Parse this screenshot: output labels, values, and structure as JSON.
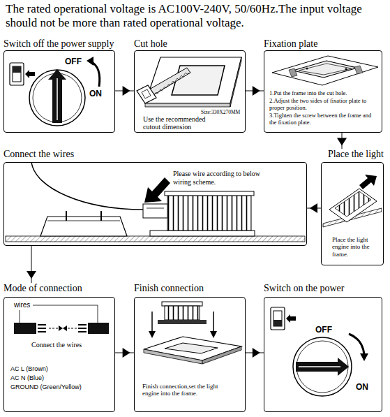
{
  "diagram": {
    "nodes": [
      {
        "text": [
          "Switch off the power supply",
          "OFF",
          "ON"
        ]
      },
      {
        "text": [
          "Cut hole",
          "Size:330X270MM",
          "Use the recommended cutout dimension"
        ]
      },
      {
        "text": [
          "Fixation plate",
          "1.Put the frame into the cut hole.",
          "2.Adjust the two sides of fixatior plate to proper position.",
          "3.Tighten the screw between the frame and the fixation plate."
        ]
      },
      {
        "text": [
          "Connect the wires",
          "Please wire according to below wiring scheme."
        ]
      },
      {
        "text": [
          "Place the light",
          "Place the light engine into the frame."
        ]
      },
      {
        "text": [
          "Mode of connection",
          "wires",
          "Connect the wires",
          "AC L (Brown)",
          "AC N (Blue)",
          "GROUND (Green/Yellow)"
        ]
      },
      {
        "text": [
          "Finish connection",
          "Finish connection,set the light engine into the frame."
        ]
      },
      {
        "text": [
          "Switch on the power",
          "OFF",
          "ON"
        ]
      }
    ],
    "edges": [
      {
        "from": 0,
        "to": 1,
        "arrow": "to"
      },
      {
        "from": 1,
        "to": 2,
        "arrow": "to"
      },
      {
        "from": 2,
        "to": 4,
        "arrow": "to"
      },
      {
        "from": 4,
        "to": 3,
        "arrow": "to"
      },
      {
        "from": 3,
        "to": 5,
        "arrow": "to"
      },
      {
        "from": 5,
        "to": 6,
        "arrow": "to"
      },
      {
        "from": 6,
        "to": 7,
        "arrow": "to"
      }
    ],
    "labels": [
      "The rated operational voltage is AC100V-240V, 50/60Hz.The input voltage should not be more than rated operational voltage."
    ]
  }
}
